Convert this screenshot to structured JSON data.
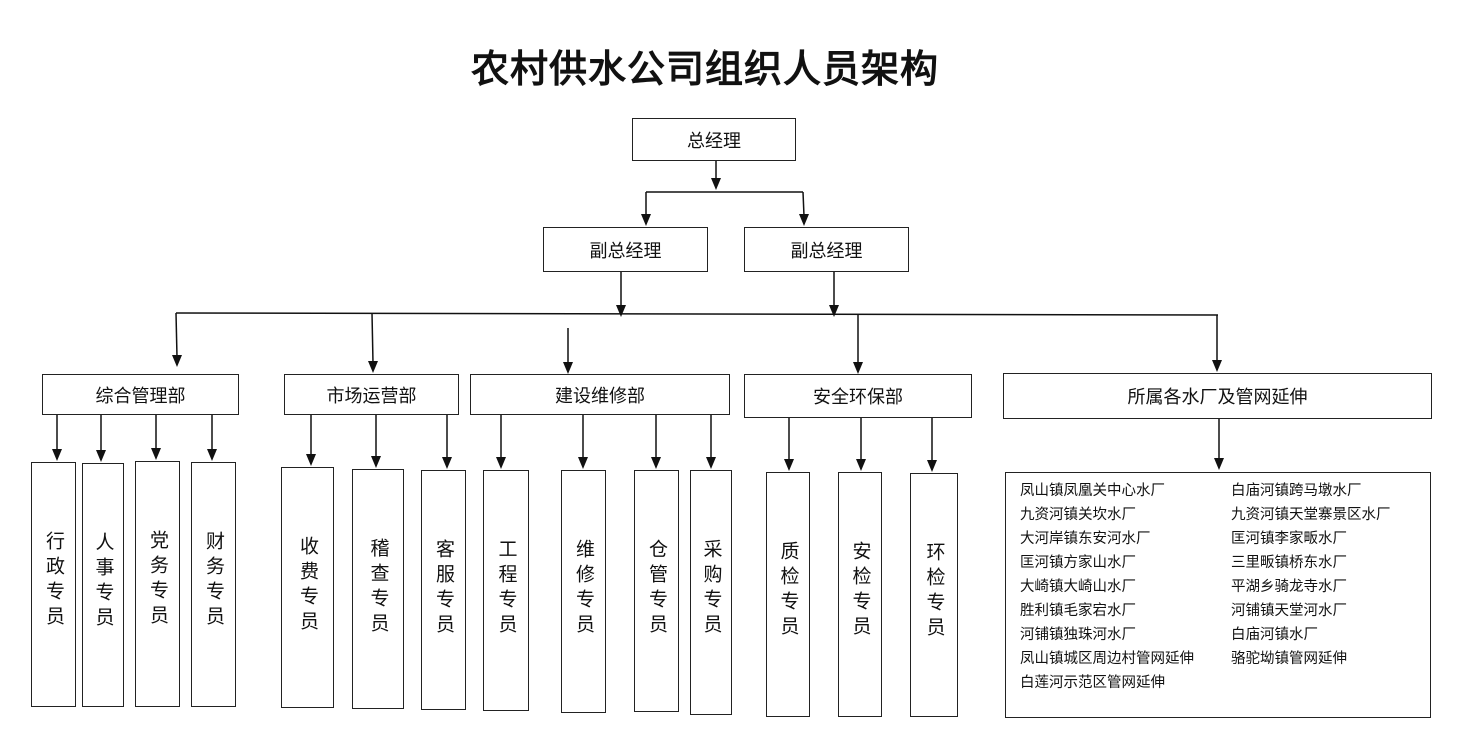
{
  "title": "农村供水公司组织人员架构",
  "nodes": {
    "gm": "总经理",
    "deputy1": "副总经理",
    "deputy2": "副总经理",
    "dept_admin": "综合管理部",
    "dept_market": "市场运营部",
    "dept_construction": "建设维修部",
    "dept_safety": "安全环保部",
    "dept_plants": "所属各水厂及管网延伸"
  },
  "staff": {
    "admin": [
      "行政专员",
      "人事专员",
      "党务专员",
      "财务专员"
    ],
    "market": [
      "收费专员",
      "稽查专员",
      "客服专员"
    ],
    "construction": [
      "工程专员",
      "维修专员",
      "仓管专员",
      "采购专员"
    ],
    "safety": [
      "质检专员",
      "安检专员",
      "环检专员"
    ]
  },
  "plants": {
    "left": [
      "凤山镇凤凰关中心水厂",
      "九资河镇关坎水厂",
      "大河岸镇东安河水厂",
      "匡河镇方家山水厂",
      "大崎镇大崎山水厂",
      "胜利镇毛家宕水厂",
      "河铺镇独珠河水厂",
      "凤山镇城区周边村管网延伸",
      "白莲河示范区管网延伸"
    ],
    "right": [
      "白庙河镇跨马墩水厂",
      "九资河镇天堂寨景区水厂",
      "匡河镇李家畈水厂",
      "三里畈镇桥东水厂",
      "平湖乡骑龙寺水厂",
      "河铺镇天堂河水厂",
      "白庙河镇水厂",
      "骆驼坳镇管网延伸"
    ]
  }
}
